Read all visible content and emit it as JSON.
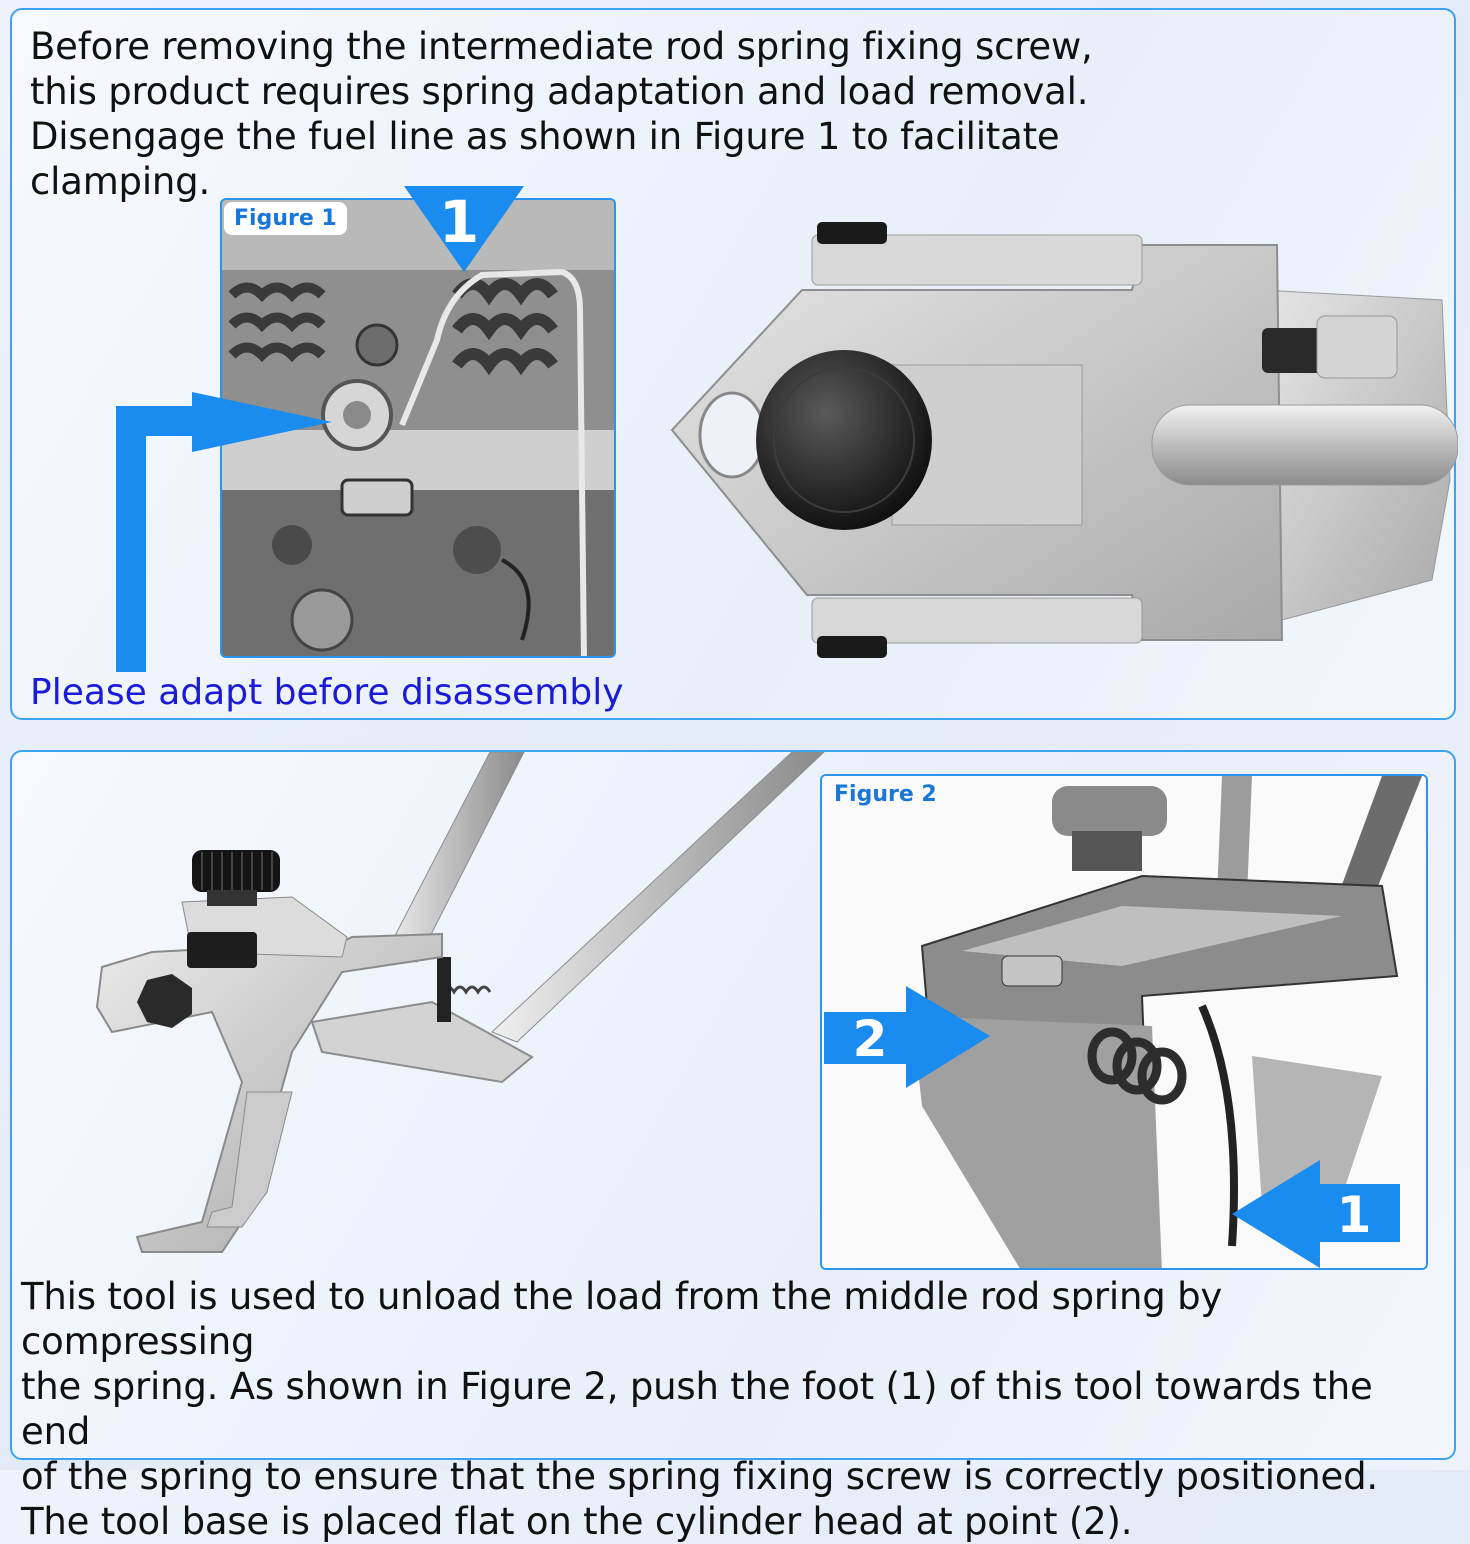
{
  "top_panel": {
    "intro_text": "Before removing the intermediate rod spring fixing screw,\nthis product requires spring adaptation and load removal.\nDisengage the fuel line as shown in Figure 1 to facilitate\nclamping.",
    "figure_label": "Figure 1",
    "marker_1": "1",
    "adapt_note": "Please adapt before disassembly"
  },
  "bottom_panel": {
    "figure_label": "Figure 2",
    "marker_2": "2",
    "marker_1": "1",
    "description": "This tool is used to unload the load from the middle rod spring by compressing\nthe spring. As shown in Figure 2, push the foot (1) of this tool towards the end\nof the spring to ensure that the spring fixing screw is correctly positioned.\nThe tool base is placed flat on the cylinder head at point (2)."
  },
  "colors": {
    "border_accent": "#3ba3f0",
    "arrow_blue": "#1a8cf0",
    "note_text": "#1a1ad8",
    "figure_label_text": "#1877d8"
  },
  "icons": [
    "arrow-down-icon",
    "arrow-right-icon",
    "arrow-left-icon",
    "spring-compressor-tool-image",
    "engine-photo-image"
  ]
}
